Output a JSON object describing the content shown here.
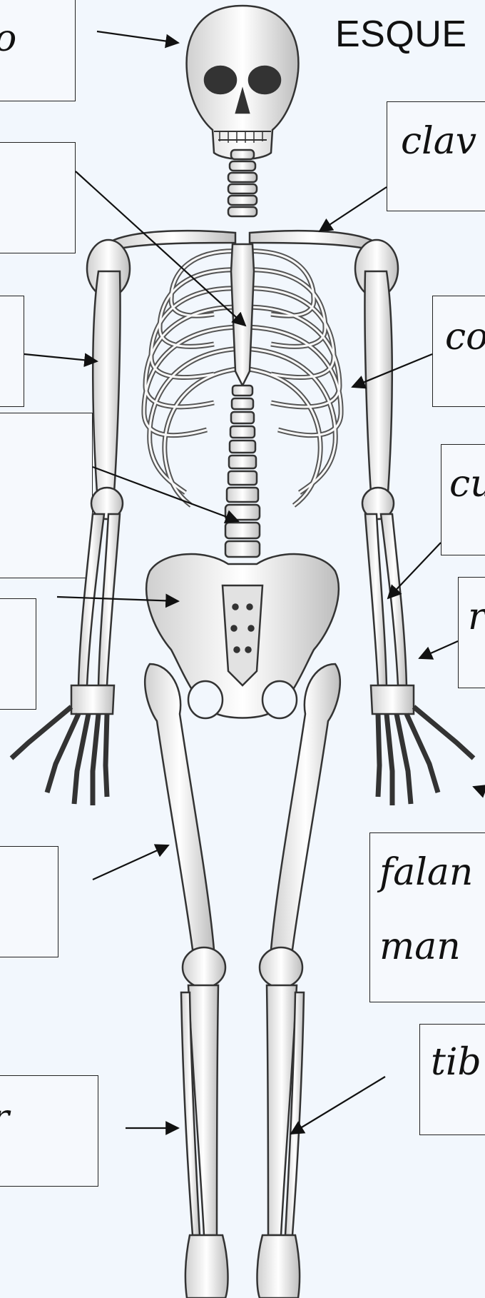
{
  "title": "ESQUE",
  "labels": {
    "partial_top_left": "o",
    "clavicle": "clav",
    "ribs": "co",
    "ulna": "cu",
    "radius": "r",
    "phalanges_line1": "falan",
    "phalanges_line2": "man",
    "tibia": "tib",
    "partial_bottom_left": "r"
  }
}
